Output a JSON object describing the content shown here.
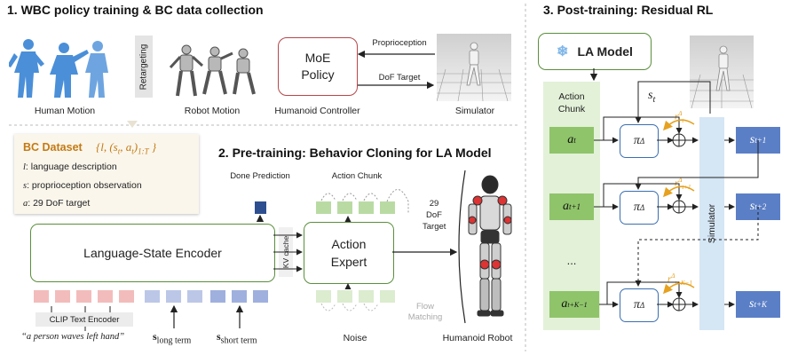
{
  "section1": {
    "title": "1. WBC policy training & BC data collection",
    "retargeting": "Retargeting",
    "human_motion": "Human Motion",
    "robot_motion": "Robot Motion",
    "controller_line1": "MoE",
    "controller_line2": "Policy",
    "humanoid_controller": "Humanoid Controller",
    "proprioception": "Proprioception",
    "dof_target": "DoF Target",
    "simulator": "Simulator"
  },
  "bc_dataset": {
    "title": "BC Dataset",
    "formula": "{l, (s_t, a_t)_{1:T}}",
    "items": [
      {
        "sym": "l",
        "text": ": language description"
      },
      {
        "sym": "s",
        "text": ": proprioception observation"
      },
      {
        "sym": "a",
        "text": ": 29 DoF target"
      }
    ]
  },
  "section2": {
    "title": "2. Pre-training: Behavior Cloning for LA Model",
    "done_prediction": "Done Prediction",
    "action_chunk": "Action Chunk",
    "encoder": "Language-State Encoder",
    "kv_cache": "KV cache",
    "action_expert_line1": "Action",
    "action_expert_line2": "Expert",
    "dof_label_1": "29",
    "dof_label_2": "DoF",
    "dof_label_3": "Target",
    "clip": "CLIP Text Encoder",
    "prompt": "“a person waves left hand”",
    "s_long": "s",
    "s_long_sub": "long term",
    "s_short": "s",
    "s_short_sub": "short term",
    "noise": "Noise",
    "flow_1": "Flow",
    "flow_2": "Matching",
    "humanoid_robot": "Humanoid Robot"
  },
  "section3": {
    "title": "3. Post-training: Residual RL",
    "la_model": "LA Model",
    "action_chunk_1": "Action",
    "action_chunk_2": "Chunk",
    "st_label": "s",
    "st_sub": "t",
    "ellipsis": "...",
    "simulator": "Simulator",
    "actions": [
      {
        "base": "a",
        "sub": "t"
      },
      {
        "base": "a",
        "sub": "t+1"
      },
      {
        "base": "a",
        "sub": "t+K−1"
      }
    ],
    "states": [
      {
        "base": "s",
        "sub": "t+1"
      },
      {
        "base": "s",
        "sub": "t+2"
      },
      {
        "base": "s",
        "sub": "t+K"
      }
    ],
    "policy": {
      "base": "π",
      "sub": "Δ"
    },
    "rewards": [
      {
        "base": "r",
        "sub": "t",
        "sup": "Δ"
      },
      {
        "base": "r",
        "sub": "t+1",
        "sup": "Δ"
      },
      {
        "base": "r",
        "sub": "t+K−1",
        "sup": "Δ"
      }
    ]
  },
  "colors": {
    "green_border": "#5a8f3c",
    "red_border": "#b5474b",
    "action_green": "#8fc46a",
    "state_blue": "#5b7fc6",
    "simulator_blue": "#d5e6f5",
    "reward_orange": "#e6a11f",
    "dataset_bg": "#faf6ec"
  }
}
